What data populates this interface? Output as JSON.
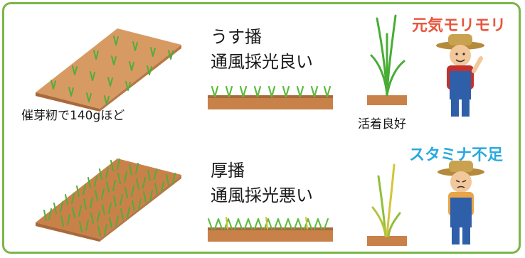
{
  "colors": {
    "border": "#7ab648",
    "good_tag": "#e8553d",
    "bad_tag": "#29a9e1",
    "soil": "#c9814a",
    "grass": "#55b53a"
  },
  "top": {
    "tray_note": "催芽籾で140gほど",
    "method": "うす播",
    "effect": "通風採光良い",
    "result": "活着良好",
    "status": "元気モリモリ"
  },
  "bottom": {
    "method": "厚播",
    "effect": "通風採光悪い",
    "status": "スタミナ不足"
  },
  "icons": {
    "sparse_tray": "seedling-tray-sparse-icon",
    "dense_tray": "seedling-tray-dense-icon",
    "healthy_farmer": "happy-farmer-icon",
    "tired_farmer": "tired-farmer-icon"
  }
}
